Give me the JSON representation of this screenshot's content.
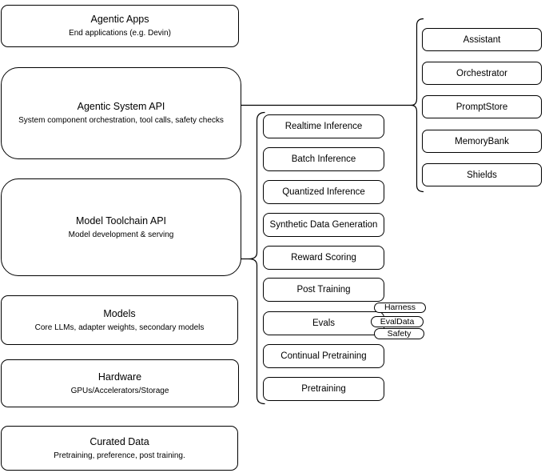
{
  "diagram": {
    "layers": [
      {
        "title": "Agentic Apps",
        "subtitle": "End applications (e.g. Devin)"
      },
      {
        "title": "Agentic System API",
        "subtitle": "System component orchestration, tool calls, safety checks"
      },
      {
        "title": "Model Toolchain API",
        "subtitle": "Model development & serving"
      },
      {
        "title": "Models",
        "subtitle": "Core LLMs, adapter weights, secondary models"
      },
      {
        "title": "Hardware",
        "subtitle": "GPUs/Accelerators/Storage"
      },
      {
        "title": "Curated Data",
        "subtitle": "Pretraining, preference, post training."
      }
    ],
    "toolchain_api_components": [
      "Realtime Inference",
      "Batch Inference",
      "Quantized Inference",
      "Synthetic Data Generation",
      "Reward Scoring",
      "Post Training",
      "Evals",
      "Continual Pretraining",
      "Pretraining"
    ],
    "evals_tags": [
      "Harness",
      "EvalData",
      "Safety"
    ],
    "system_api_components": [
      "Assistant",
      "Orchestrator",
      "PromptStore",
      "MemoryBank",
      "Shields"
    ],
    "colors": {
      "line": "#000000",
      "box_border": "#000000",
      "box_fill": "#ffffff",
      "text": "#000000",
      "background": "#ffffff"
    }
  }
}
